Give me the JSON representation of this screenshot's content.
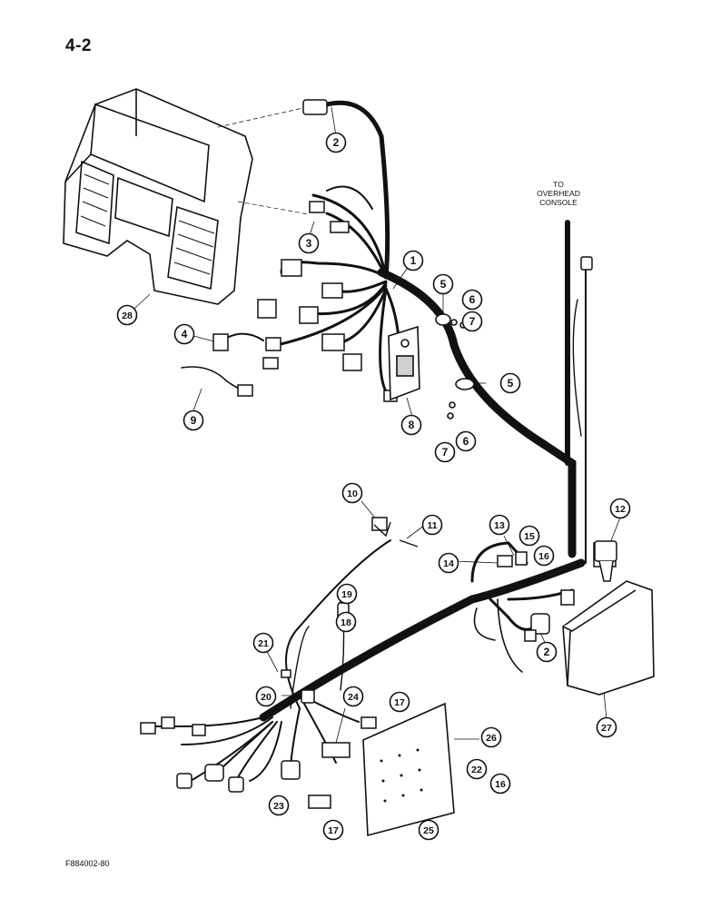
{
  "page_number": "4-2",
  "figure_code": "F884002-80",
  "note": [
    "TO",
    "OVERHEAD",
    "CONSOLE"
  ],
  "callouts": [
    "2",
    "3",
    "1",
    "5",
    "6",
    "7",
    "28",
    "4",
    "9",
    "8",
    "5",
    "7",
    "6",
    "10",
    "11",
    "12",
    "13",
    "15",
    "16",
    "14",
    "19",
    "18",
    "21",
    "2",
    "20",
    "24",
    "17",
    "27",
    "26",
    "22",
    "16",
    "23",
    "17",
    "25"
  ],
  "colors": {
    "ink": "#111111",
    "paper": "#ffffff",
    "shade": "#d0d0d0"
  }
}
